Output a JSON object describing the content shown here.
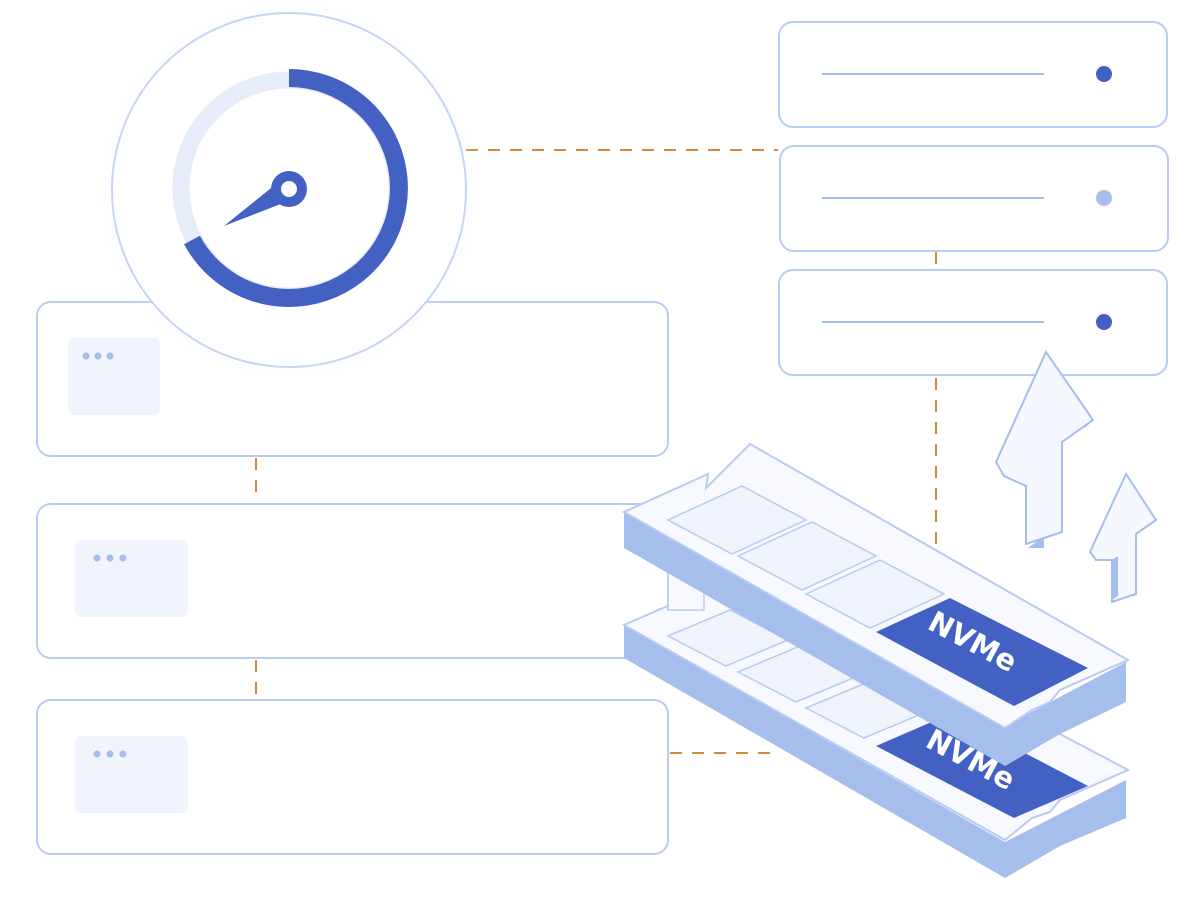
{
  "illustration": {
    "colors": {
      "accent": "#4361C2",
      "accent_light": "#A6BEEC",
      "outline": "#B8CBF0",
      "panel_fill": "#F0F4FD",
      "connector": "#D08A3C",
      "gauge_track": "#E6ECFA"
    },
    "gauge": {
      "icon": "speedometer-icon",
      "fill_fraction": 0.65
    },
    "servers": [
      {
        "icon": "server-rack-icon",
        "status": "active"
      },
      {
        "icon": "server-rack-icon",
        "status": "idle"
      },
      {
        "icon": "server-rack-icon",
        "status": "active"
      }
    ],
    "panels": [
      {
        "icon": "window-icon"
      },
      {
        "icon": "window-icon"
      },
      {
        "icon": "window-icon"
      }
    ],
    "drives": [
      {
        "label": "NVMe"
      },
      {
        "label": "NVMe"
      }
    ],
    "arrows": [
      "up-arrow-icon",
      "up-arrow-icon"
    ]
  }
}
